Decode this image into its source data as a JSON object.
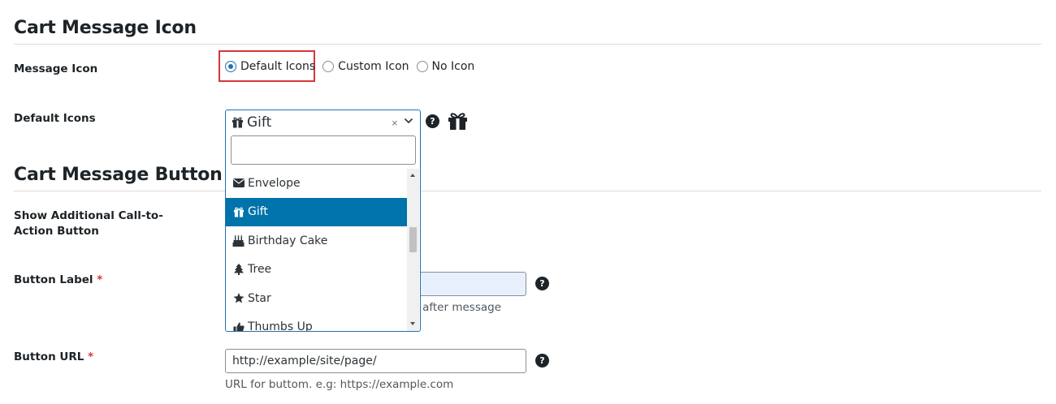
{
  "section1": {
    "title": "Cart Message Icon"
  },
  "message_icon": {
    "label": "Message Icon",
    "options": [
      {
        "label": "Default Icons",
        "checked": true
      },
      {
        "label": "Custom Icon",
        "checked": false
      },
      {
        "label": "No Icon",
        "checked": false
      }
    ]
  },
  "default_icons": {
    "label": "Default Icons",
    "selected": "Gift",
    "clear": "×",
    "help": "?",
    "preview_icon": "gift-icon",
    "search_value": "",
    "options": [
      {
        "label": "Envelope",
        "icon": "envelope-icon"
      },
      {
        "label": "Gift",
        "icon": "gift-icon",
        "active": true
      },
      {
        "label": "Birthday Cake",
        "icon": "birthday-cake-icon"
      },
      {
        "label": "Tree",
        "icon": "tree-icon"
      },
      {
        "label": "Star",
        "icon": "star-icon"
      },
      {
        "label": "Thumbs Up",
        "icon": "thumbs-up-icon"
      }
    ]
  },
  "section2": {
    "title": "Cart Message Button"
  },
  "show_cta": {
    "label": "Show Additional Call-to-Action Button"
  },
  "button_label": {
    "label": "Button Label",
    "required": "*",
    "value": "",
    "desc_visible": "n after message",
    "help": "?"
  },
  "button_url": {
    "label": "Button URL",
    "required": "*",
    "value": "http://example/site/page/",
    "desc": "URL for buttom. e.g: https://example.com",
    "help": "?"
  },
  "colors": {
    "accent": "#2271b1",
    "active_option": "#0073aa",
    "required": "#d63638",
    "highlight": "#d63638"
  }
}
